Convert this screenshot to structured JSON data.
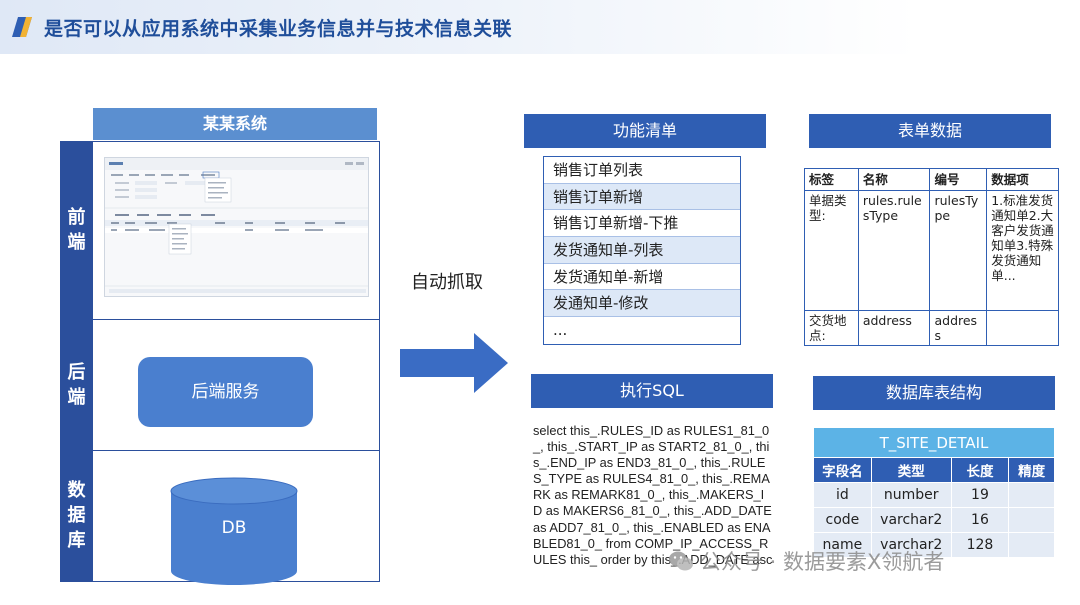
{
  "header": {
    "title": "是否可以从应用系统中采集业务信息并与技术信息关联",
    "accent_color": "#1f4e9a"
  },
  "system": {
    "title": "某某系统",
    "layers": [
      {
        "label": "前\n端"
      },
      {
        "label": "后\n端"
      },
      {
        "label": "数\n据\n库"
      }
    ],
    "backend_service": "后端服务",
    "db_label": "DB"
  },
  "arrow": {
    "label": "自动抓取"
  },
  "feature_list": {
    "title": "功能清单",
    "items": [
      "销售订单列表",
      "销售订单新增",
      "销售订单新增-下推",
      "发货通知单-列表",
      "发货通知单-新增",
      "发通知单-修改",
      "..."
    ]
  },
  "form_data": {
    "title": "表单数据",
    "headers": [
      "标签",
      "名称",
      "编号",
      "数据项"
    ],
    "rows": [
      [
        "单据类型:",
        "rules.rulesType",
        "rulesType",
        "1.标准发货通知单\n2.大客户发货通知单\n3.特殊发货通知单\n..."
      ],
      [
        "交货地点:",
        "address",
        "address",
        ""
      ]
    ]
  },
  "sql": {
    "title": "执行SQL",
    "text": "select this_.RULES_ID as RULES1_81_0_, this_.START_IP as START2_81_0_, this_.END_IP as END3_81_0_, this_.RULES_TYPE as RULES4_81_0_, this_.REMARK as REMARK81_0_, this_.MAKERS_ID as MAKERS6_81_0_, this_.ADD_DATE as ADD7_81_0_, this_.ENABLED as ENABLED81_0_ from COMP_IP_ACCESS_RULES this_ order by this_.ADD_DATE asc"
  },
  "db_structure": {
    "title": "数据库表结构",
    "table_name": "T_SITE_DETAIL",
    "headers": [
      "字段名",
      "类型",
      "长度",
      "精度"
    ],
    "rows": [
      [
        "id",
        "number",
        "19",
        ""
      ],
      [
        "code",
        "varchar2",
        "16",
        ""
      ],
      [
        "name",
        "varchar2",
        "128",
        ""
      ]
    ]
  },
  "watermark": {
    "text": "公众号 · 数据要素X领航者"
  }
}
